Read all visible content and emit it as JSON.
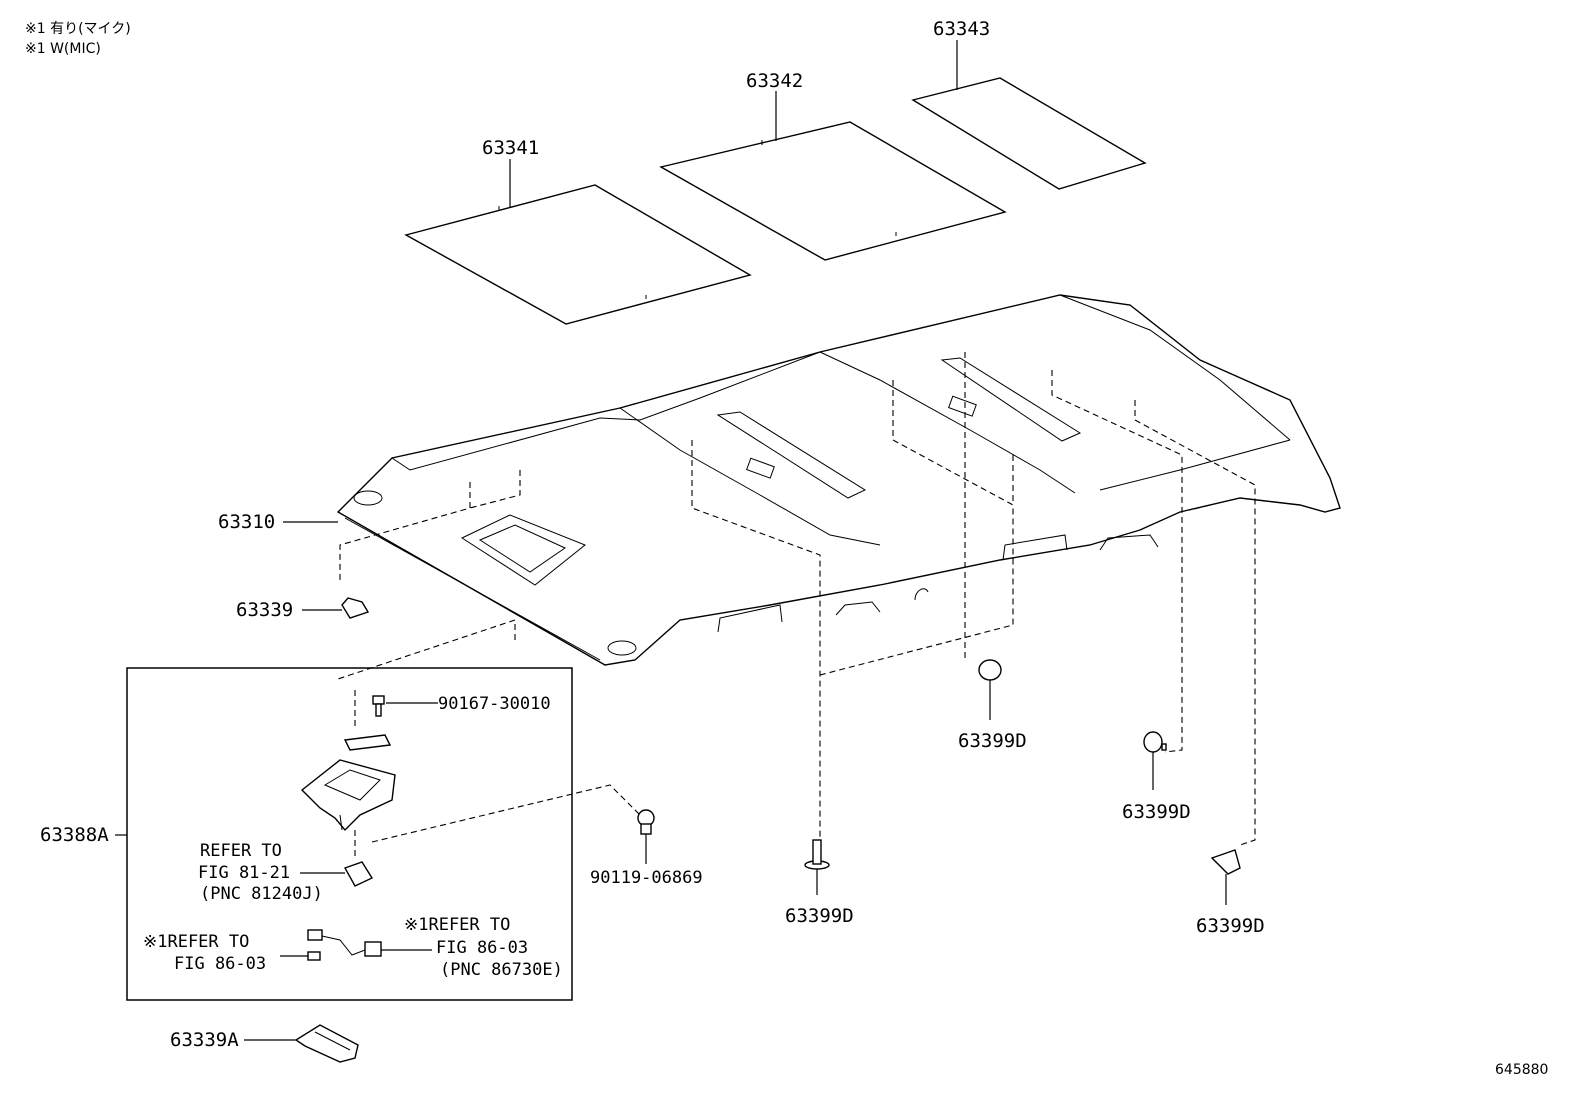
{
  "notes": {
    "line1": "※1 有り(マイク)",
    "line2": "※1 W(MIC)"
  },
  "labels": {
    "p63343": "63343",
    "p63342": "63342",
    "p63341": "63341",
    "p63310": "63310",
    "p63339": "63339",
    "p63388a": "63388A",
    "p90167": "90167-30010",
    "p90119": "90119-06869",
    "p63399d_1": "63399D",
    "p63399d_2": "63399D",
    "p63399d_3": "63399D",
    "p63399d_4": "63399D",
    "p63339a": "63339A"
  },
  "refs": {
    "ref1_l1": "REFER TO",
    "ref1_l2": "FIG 81-21",
    "ref1_l3": "(PNC 81240J)",
    "ref2_l1": "※1REFER TO",
    "ref2_l2": "FIG 86-03",
    "ref3_l1": "※1REFER TO",
    "ref3_l2": "FIG 86-03",
    "ref3_l3": "(PNC 86730E)"
  },
  "illustration_id": "645880"
}
